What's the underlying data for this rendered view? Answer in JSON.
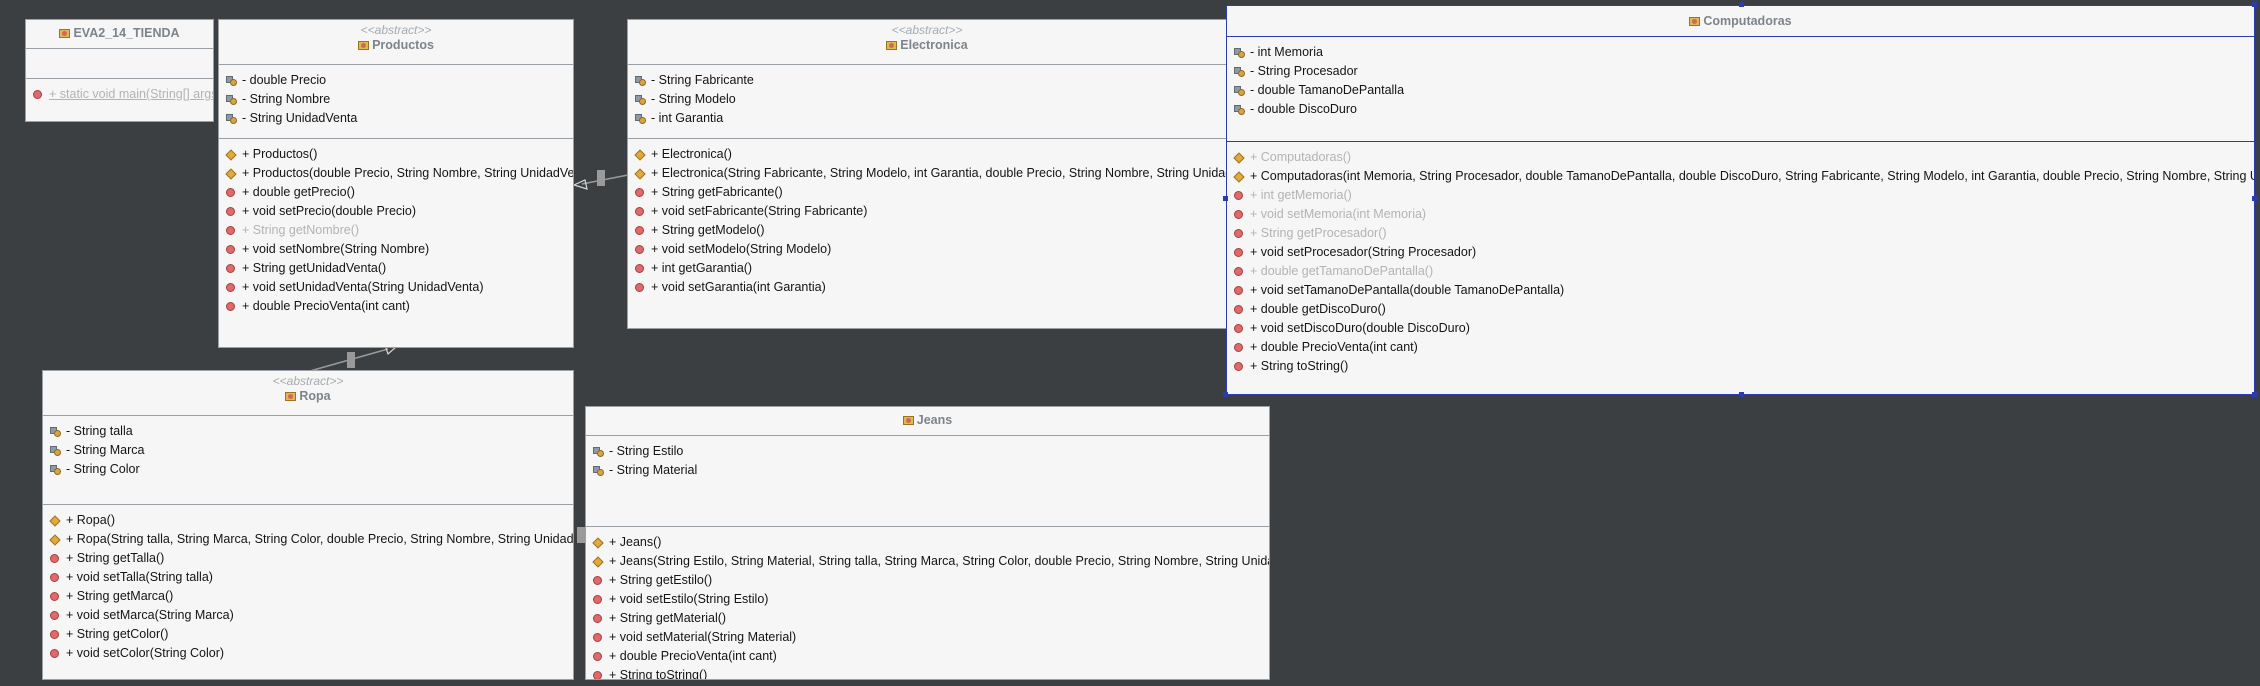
{
  "diagram": {
    "classes": {
      "main": {
        "name": "EVA2_14_TIENDA",
        "stereotype": "",
        "fields": [],
        "methods": [
          {
            "icon": "method-icon",
            "text": "+ static void main(String[] args)",
            "style": "link"
          }
        ]
      },
      "productos": {
        "name": "Productos",
        "stereotype": "<<abstract>>",
        "fields": [
          {
            "icon": "field-icon",
            "text": "- double Precio"
          },
          {
            "icon": "field-icon",
            "text": "- String Nombre"
          },
          {
            "icon": "field-icon",
            "text": "- String UnidadVenta"
          }
        ],
        "methods": [
          {
            "icon": "constructor-icon",
            "text": "+ Productos()"
          },
          {
            "icon": "constructor-icon",
            "text": "+ Productos(double Precio, String Nombre, String UnidadVenta)"
          },
          {
            "icon": "method-icon",
            "text": "+ double getPrecio()"
          },
          {
            "icon": "method-icon",
            "text": "+ void setPrecio(double Precio)"
          },
          {
            "icon": "method-icon",
            "text": "+ String getNombre()",
            "style": "dim"
          },
          {
            "icon": "method-icon",
            "text": "+ void setNombre(String Nombre)"
          },
          {
            "icon": "method-icon",
            "text": "+ String getUnidadVenta()"
          },
          {
            "icon": "method-icon",
            "text": "+ void setUnidadVenta(String UnidadVenta)"
          },
          {
            "icon": "method-icon",
            "text": "+ double PrecioVenta(int cant)"
          }
        ]
      },
      "electronica": {
        "name": "Electronica",
        "stereotype": "<<abstract>>",
        "fields": [
          {
            "icon": "field-icon",
            "text": "- String Fabricante"
          },
          {
            "icon": "field-icon",
            "text": "- String Modelo"
          },
          {
            "icon": "field-icon",
            "text": "- int Garantia"
          }
        ],
        "methods": [
          {
            "icon": "constructor-icon",
            "text": "+ Electronica()"
          },
          {
            "icon": "constructor-icon",
            "text": "+ Electronica(String Fabricante, String Modelo, int Garantia, double Precio, String Nombre, String UnidadVenta)"
          },
          {
            "icon": "method-icon",
            "text": "+ String getFabricante()"
          },
          {
            "icon": "method-icon",
            "text": "+ void setFabricante(String Fabricante)"
          },
          {
            "icon": "method-icon",
            "text": "+ String getModelo()"
          },
          {
            "icon": "method-icon",
            "text": "+ void setModelo(String Modelo)"
          },
          {
            "icon": "method-icon",
            "text": "+ int getGarantia()"
          },
          {
            "icon": "method-icon",
            "text": "+ void setGarantia(int Garantia)"
          }
        ]
      },
      "computadoras": {
        "name": "Computadoras",
        "stereotype": "",
        "fields": [
          {
            "icon": "field-icon",
            "text": "- int Memoria"
          },
          {
            "icon": "field-icon",
            "text": "- String Procesador"
          },
          {
            "icon": "field-icon",
            "text": "- double TamanoDePantalla"
          },
          {
            "icon": "field-icon",
            "text": "- double DiscoDuro"
          }
        ],
        "methods": [
          {
            "icon": "constructor-icon",
            "text": "+ Computadoras()",
            "style": "dim"
          },
          {
            "icon": "constructor-icon",
            "text": "+ Computadoras(int Memoria, String Procesador, double TamanoDePantalla, double DiscoDuro, String Fabricante, String Modelo, int Garantia, double Precio, String Nombre, String UnidadVenta)"
          },
          {
            "icon": "method-icon",
            "text": "+ int getMemoria()",
            "style": "dim"
          },
          {
            "icon": "method-icon",
            "text": "+ void setMemoria(int Memoria)",
            "style": "dim"
          },
          {
            "icon": "method-icon",
            "text": "+ String getProcesador()",
            "style": "dim"
          },
          {
            "icon": "method-icon",
            "text": "+ void setProcesador(String Procesador)"
          },
          {
            "icon": "method-icon",
            "text": "+ double getTamanoDePantalla()",
            "style": "dim"
          },
          {
            "icon": "method-icon",
            "text": "+ void setTamanoDePantalla(double TamanoDePantalla)"
          },
          {
            "icon": "method-icon",
            "text": "+ double getDiscoDuro()"
          },
          {
            "icon": "method-icon",
            "text": "+ void setDiscoDuro(double DiscoDuro)"
          },
          {
            "icon": "method-icon",
            "text": "+ double PrecioVenta(int cant)"
          },
          {
            "icon": "method-icon",
            "text": "+ String toString()"
          }
        ]
      },
      "ropa": {
        "name": "Ropa",
        "stereotype": "<<abstract>>",
        "fields": [
          {
            "icon": "field-icon",
            "text": "- String talla"
          },
          {
            "icon": "field-icon",
            "text": "- String Marca"
          },
          {
            "icon": "field-icon",
            "text": "- String Color"
          }
        ],
        "methods": [
          {
            "icon": "constructor-icon",
            "text": "+ Ropa()"
          },
          {
            "icon": "constructor-icon",
            "text": "+ Ropa(String talla, String Marca, String Color, double Precio, String Nombre, String UnidadVenta)"
          },
          {
            "icon": "method-icon",
            "text": "+ String getTalla()"
          },
          {
            "icon": "method-icon",
            "text": "+ void setTalla(String talla)"
          },
          {
            "icon": "method-icon",
            "text": "+ String getMarca()"
          },
          {
            "icon": "method-icon",
            "text": "+ void setMarca(String Marca)"
          },
          {
            "icon": "method-icon",
            "text": "+ String getColor()"
          },
          {
            "icon": "method-icon",
            "text": "+ void setColor(String Color)"
          }
        ]
      },
      "jeans": {
        "name": "Jeans",
        "stereotype": "",
        "fields": [
          {
            "icon": "field-icon",
            "text": "- String Estilo"
          },
          {
            "icon": "field-icon",
            "text": "- String Material"
          }
        ],
        "methods": [
          {
            "icon": "constructor-icon",
            "text": "+ Jeans()"
          },
          {
            "icon": "constructor-icon",
            "text": "+ Jeans(String Estilo, String Material, String talla, String Marca, String Color, double Precio, String Nombre, String UnidadVenta)"
          },
          {
            "icon": "method-icon",
            "text": "+ String getEstilo()"
          },
          {
            "icon": "method-icon",
            "text": "+ void setEstilo(String Estilo)"
          },
          {
            "icon": "method-icon",
            "text": "+ String getMaterial()"
          },
          {
            "icon": "method-icon",
            "text": "+ void setMaterial(String Material)"
          },
          {
            "icon": "method-icon",
            "text": "+ double PrecioVenta(int cant)"
          },
          {
            "icon": "method-icon",
            "text": "+ String toString()"
          }
        ]
      }
    },
    "relations": [
      {
        "type": "generalization",
        "from": "electronica",
        "to": "productos"
      },
      {
        "type": "generalization",
        "from": "ropa",
        "to": "productos"
      },
      {
        "type": "generalization",
        "from": "jeans",
        "to": "ropa"
      },
      {
        "type": "generalization",
        "from": "computadoras",
        "to": "electronica"
      }
    ],
    "colors": {
      "canvas": "#3c3f41",
      "box": "#f6f6f6",
      "border": "#9aa0a6",
      "selection": "#2b3bb0",
      "dim_text": "#b3b3b3"
    }
  }
}
